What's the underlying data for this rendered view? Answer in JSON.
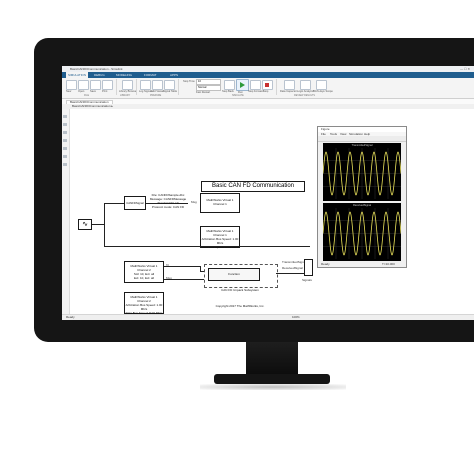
{
  "window": {
    "title": "BasicCANFDCommunication - Simulink",
    "controls": "— ☐ ✕"
  },
  "tabs": [
    "SIMULATION",
    "DEBUG",
    "MODELING",
    "FORMAT",
    "APPS"
  ],
  "ribbon": {
    "buttons": [
      "New",
      "Open",
      "Save",
      "Print",
      "Library Browser",
      "Log Signals",
      "Add Viewer",
      "Signal Table",
      "Step Back",
      "Run",
      "Step Forward",
      "Stop",
      "Data Inspector",
      "Logic Analyzer",
      "Bird's-Eye Scope"
    ],
    "stop_time_label": "Stop Time",
    "stop_time_value": "10",
    "mode_value": "Normal",
    "fast_restart": "Fast Restart",
    "sections": [
      "FILE",
      "LIBRARY",
      "PREPARE",
      "SIMULATE",
      "REVIEW RESULTS"
    ]
  },
  "address": {
    "tab": "BasicCANFDCommunication",
    "path": "BasicCANFDCommunication ▸"
  },
  "diagram": {
    "title": "Basic CAN FD Communication",
    "sine_symbol": "∿",
    "file_block": [
      "File: CANFDSample.dbc",
      "Message: CANFDMessage",
      "Standard ID: 10",
      "Protocol mode: CAN FD"
    ],
    "pack_label": "CANFDSignal",
    "msg_label": "Msg",
    "tx1_block": [
      "MathWorks Virtual 1",
      "Channel 1"
    ],
    "rx1_block": [
      "MathWorks Virtual 1",
      "Channel 1",
      "Arbitration Bus Speed: 1.00 Mb/s",
      "Data Bus Speed: 8.00 Mb/s"
    ],
    "rx2_block": [
      "MathWorks Virtual 1",
      "Channel 2",
      "Std: 10, Ext: all",
      "Ext: 10, Ext: all"
    ],
    "rx3_block": [
      "MathWorks Virtual 1",
      "Channel 2",
      "Arbitration Bus Speed: 1.00 Mb/s",
      "Data Bus Speed: 8.00 Mb/s"
    ],
    "f_label": "f()",
    "unpack_label": "Function",
    "unpack_caption": "CAN FD Unpack Subsystem",
    "tx_signal": "TransmittedSignal",
    "rx_signal": "ReceivedSignal",
    "copyright": "Copyright 2017 The MathWorks, Inc.",
    "signals_label": "Signals"
  },
  "scope": {
    "title": "Figure",
    "menus": [
      "File",
      "Tools",
      "View",
      "Simulation",
      "Help"
    ],
    "plot1_title": "TransmittedSignal",
    "plot2_title": "ReceivedSignal",
    "status_left": "Ready",
    "status_right": "T=10.000",
    "wave_color": "#e8e05a",
    "grid_color": "#3a3a3a"
  },
  "status": {
    "left": "Ready",
    "center": "100%"
  }
}
